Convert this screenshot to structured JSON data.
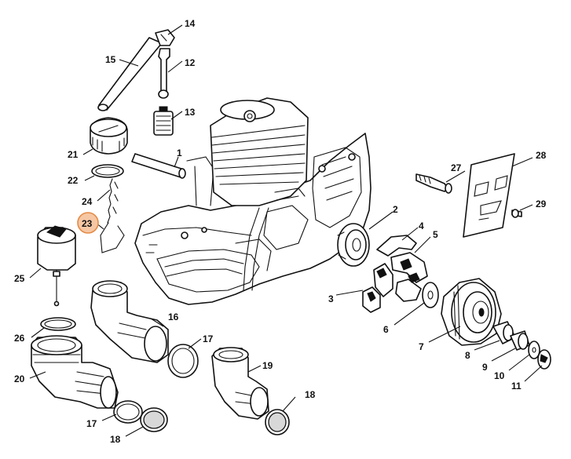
{
  "callouts": [
    {
      "id": "c1",
      "text": "1"
    },
    {
      "id": "c2",
      "text": "2"
    },
    {
      "id": "c3",
      "text": "3"
    },
    {
      "id": "c4",
      "text": "4"
    },
    {
      "id": "c5",
      "text": "5"
    },
    {
      "id": "c6",
      "text": "6"
    },
    {
      "id": "c7",
      "text": "7"
    },
    {
      "id": "c8",
      "text": "8"
    },
    {
      "id": "c9",
      "text": "9"
    },
    {
      "id": "c10",
      "text": "10"
    },
    {
      "id": "c11",
      "text": "11"
    },
    {
      "id": "c12",
      "text": "12"
    },
    {
      "id": "c13",
      "text": "13"
    },
    {
      "id": "c14",
      "text": "14"
    },
    {
      "id": "c15",
      "text": "15"
    },
    {
      "id": "c16",
      "text": "16"
    },
    {
      "id": "c17a",
      "text": "17"
    },
    {
      "id": "c17b",
      "text": "17"
    },
    {
      "id": "c18a",
      "text": "18"
    },
    {
      "id": "c18b",
      "text": "18"
    },
    {
      "id": "c19",
      "text": "19"
    },
    {
      "id": "c20",
      "text": "20"
    },
    {
      "id": "c21",
      "text": "21"
    },
    {
      "id": "c22",
      "text": "22"
    },
    {
      "id": "c23",
      "text": "23"
    },
    {
      "id": "c24",
      "text": "24"
    },
    {
      "id": "c25",
      "text": "25"
    },
    {
      "id": "c26",
      "text": "26"
    },
    {
      "id": "c27",
      "text": "27"
    },
    {
      "id": "c28",
      "text": "28"
    },
    {
      "id": "c29",
      "text": "29"
    }
  ],
  "selected_callout": "23",
  "colors": {
    "line": "#111111",
    "highlight_fill": "#f6c7a4",
    "highlight_stroke": "#e58a45",
    "background": "#ffffff"
  }
}
